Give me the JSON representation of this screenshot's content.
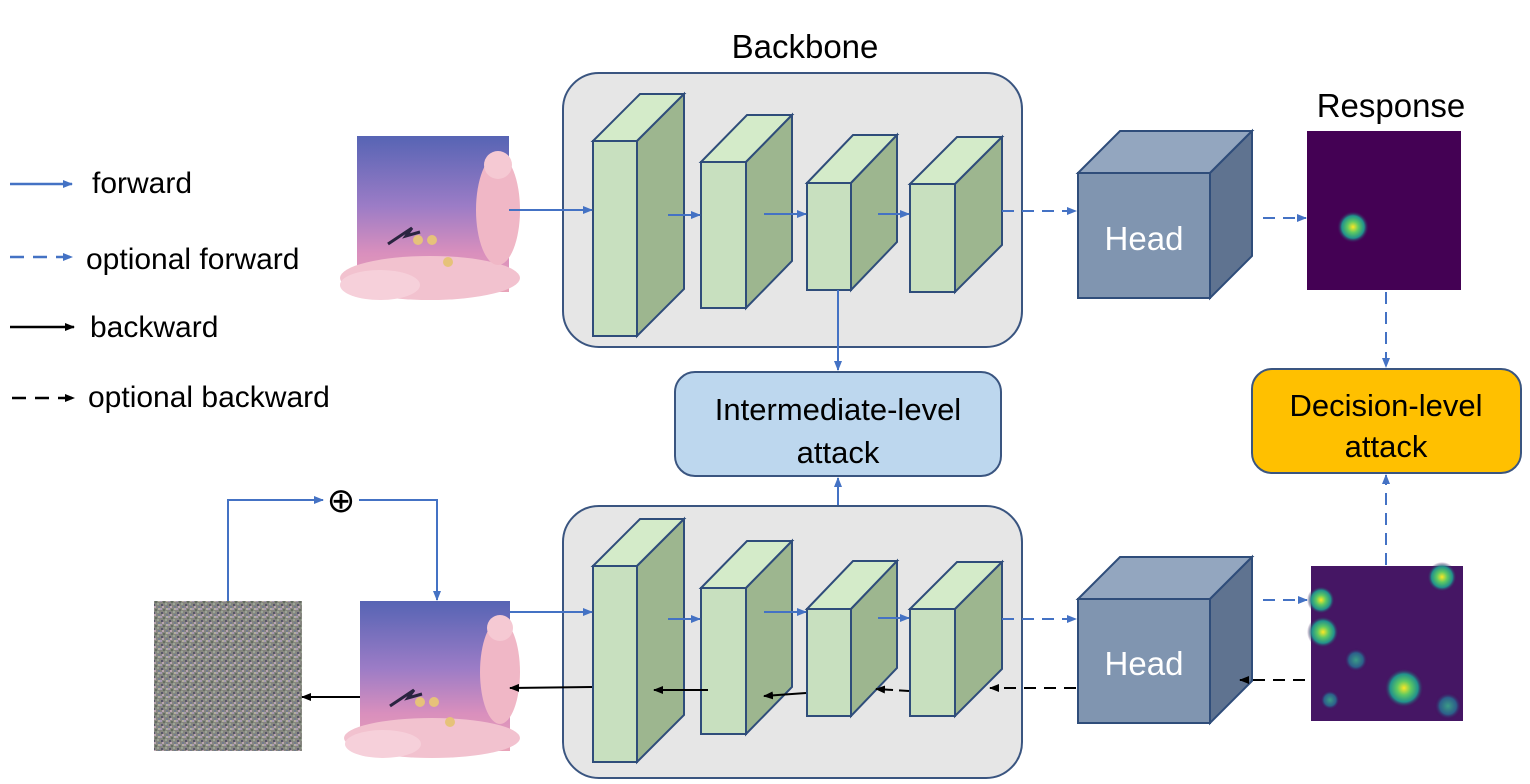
{
  "title": "Backbone",
  "response_label": "Response",
  "legend": {
    "forward": "forward",
    "optional_forward": "optional forward",
    "backward": "backward",
    "optional_backward": "optional backward"
  },
  "head_label": "Head",
  "intermediate_attack": {
    "line1": "Intermediate-level",
    "line2": "attack"
  },
  "decision_attack": {
    "line1": "Decision-level",
    "line2": "attack"
  },
  "oplus_symbol": "⊕",
  "colors": {
    "forward_arrow": "#4472c4",
    "backward_arrow": "#000000",
    "backbone_fill": "#e6e6e6",
    "backbone_stroke": "#3a5580",
    "block_front": "#c8e0bf",
    "block_side": "#9db68f",
    "block_top": "#d4ebc9",
    "block_stroke": "#2f4d7a",
    "head_front": "#8095b0",
    "head_side": "#5f7390",
    "head_top": "#93a6bf",
    "intermediate_fill": "#bdd7ee",
    "decision_fill": "#ffc000",
    "heatmap_bg": "#440154"
  },
  "icons": {
    "input_image_top": "pink-cloud-scene-image",
    "perturbed_image": "pink-cloud-scene-image",
    "noise_image": "adversarial-noise-image",
    "response_top": "response-heatmap-single-peak",
    "response_bottom": "response-heatmap-multi-peak"
  }
}
